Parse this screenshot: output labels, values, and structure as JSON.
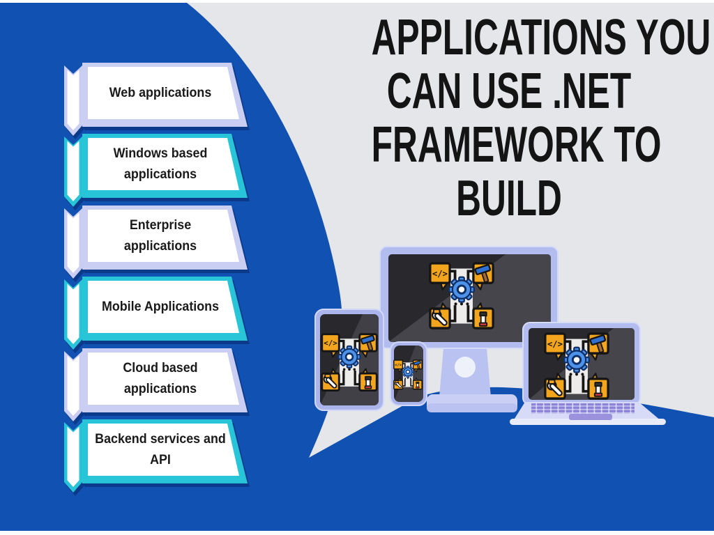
{
  "colors": {
    "background_blue": "#1051b1",
    "panel_gray": "#e4e6e9",
    "accent_lavender": "#c9cef2",
    "accent_teal": "#28c4d8",
    "shadow_navy": "#0a3a8f",
    "title_text": "#141414",
    "banner_text": "#1a1a1a",
    "device_frame_periwinkle": "#b3bcee",
    "screen_dark": "#29292d",
    "icon_orange": "#f2a51d",
    "gear_blue": "#4e93ea",
    "hammer_blue": "#2e6fd0",
    "screwdriver_red": "#d63a3f"
  },
  "title": {
    "lines": [
      "APPLICATIONS YOU",
      "CAN USE .NET",
      "FRAMEWORK TO",
      "BUILD"
    ]
  },
  "banners": [
    {
      "label": "Web applications",
      "accent": "#c9cef2"
    },
    {
      "label": "Windows based\napplications",
      "accent": "#28c4d8"
    },
    {
      "label": "Enterprise\napplications",
      "accent": "#c9cef2"
    },
    {
      "label": "Mobile Applications",
      "accent": "#28c4d8"
    },
    {
      "label": "Cloud based\napplications",
      "accent": "#c9cef2"
    },
    {
      "label": "Backend services and\nAPI",
      "accent": "#28c4d8"
    }
  ],
  "illustration": {
    "devices": [
      {
        "name": "desktop-monitor",
        "icon": "dotnet-tools-icon"
      },
      {
        "name": "tablet",
        "icon": "dotnet-tools-icon"
      },
      {
        "name": "smartphone",
        "icon": "dotnet-tools-icon"
      },
      {
        "name": "laptop",
        "icon": "dotnet-tools-icon"
      }
    ],
    "icon_glyphs": [
      "code-brackets-icon",
      "hammer-icon",
      "gear-icon",
      "wrench-icon",
      "screwdriver-icon"
    ]
  }
}
